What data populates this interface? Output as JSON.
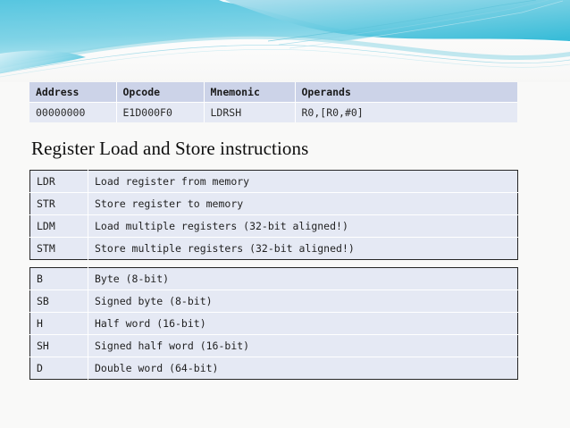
{
  "slide": {
    "background_color": "#f9f9f8",
    "accent_color": "#4fc3dc",
    "heading": "Register Load and Store instructions"
  },
  "encoding_table": {
    "name": "instruction-encoding-table",
    "headers": [
      "Address",
      "Opcode",
      "Mnemonic",
      "Operands"
    ],
    "rows": [
      [
        "00000000",
        "E1D000F0",
        "LDRSH",
        "R0,[R0,#0]"
      ]
    ],
    "header_bg": "#ccd3e8",
    "row_bg": "#e5e9f4"
  },
  "load_store_table": {
    "name": "load-store-instruction-table",
    "rows": [
      {
        "mnemonic": "LDR",
        "description": "Load register from memory"
      },
      {
        "mnemonic": "STR",
        "description": "Store register to memory"
      },
      {
        "mnemonic": "LDM",
        "description": "Load multiple registers (32-bit aligned!)"
      },
      {
        "mnemonic": "STM",
        "description": "Store multiple registers (32-bit aligned!)"
      }
    ]
  },
  "size_suffix_table": {
    "name": "size-suffix-table",
    "rows": [
      {
        "suffix": "B",
        "description": "Byte (8-bit)"
      },
      {
        "suffix": "SB",
        "description": "Signed byte (8-bit)"
      },
      {
        "suffix": "H",
        "description": "Half word (16-bit)"
      },
      {
        "suffix": "SH",
        "description": "Signed half word (16-bit)"
      },
      {
        "suffix": "D",
        "description": "Double word (64-bit)"
      }
    ]
  }
}
